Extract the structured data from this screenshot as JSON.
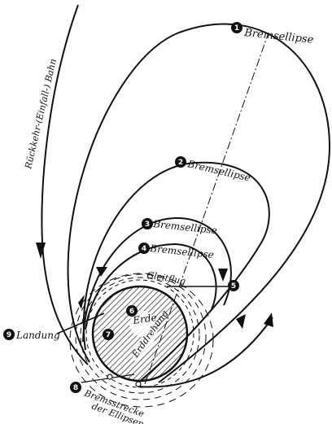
{
  "labels": {
    "return_path": "Rückkehr-(Einfall-) Bahn",
    "ellipse_1": "Bremsellipse",
    "ellipse_2": "Bremsellipse",
    "ellipse_3": "Bremsellipse",
    "ellipse_4": "Bremsellipse",
    "glide_path": "Gleitflug",
    "earth": "Erde",
    "earth_rotation": "Erddrehung",
    "landing": "Landung",
    "braking_line1": "Bremsstrecke",
    "braking_line2": "der Ellipsen"
  },
  "markers": {
    "m1": "1",
    "m2": "2",
    "m3": "3",
    "m4": "4",
    "m5": "5",
    "m6": "6",
    "m7": "7",
    "m8": "8",
    "m9": "9"
  },
  "colors": {
    "ink": "#111111",
    "paper": "#ffffff"
  }
}
